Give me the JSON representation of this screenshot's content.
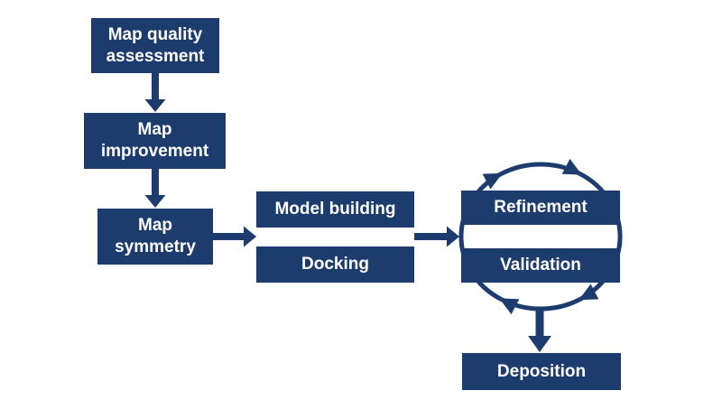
{
  "background": "#ffffff",
  "colors": {
    "node_fill": "#1d3c6e",
    "node_text": "#ffffff",
    "arrow": "#1d3c6e",
    "background": "#ffffff"
  },
  "nodes": {
    "map_quality_assessment": {
      "label": "Map quality\nassessment"
    },
    "map_improvement": {
      "label": "Map\nimprovement"
    },
    "map_symmetry": {
      "label": "Map\nsymmetry"
    },
    "model_building": {
      "label": "Model building"
    },
    "docking": {
      "label": "Docking"
    },
    "refinement": {
      "label": "Refinement"
    },
    "validation": {
      "label": "Validation"
    },
    "deposition": {
      "label": "Deposition"
    }
  },
  "edges": [
    {
      "from": "Map quality assessment",
      "to": "Map improvement",
      "type": "arrow-down"
    },
    {
      "from": "Map improvement",
      "to": "Map symmetry",
      "type": "arrow-down"
    },
    {
      "from": "Map symmetry",
      "to": "Model building / Docking",
      "type": "arrow-right"
    },
    {
      "from": "Model building / Docking",
      "to": "Refinement / Validation",
      "type": "arrow-right"
    },
    {
      "between": [
        "Refinement",
        "Validation"
      ],
      "type": "cycle",
      "direction": "clockwise"
    },
    {
      "from": "Refinement / Validation",
      "to": "Deposition",
      "type": "arrow-down"
    }
  ]
}
